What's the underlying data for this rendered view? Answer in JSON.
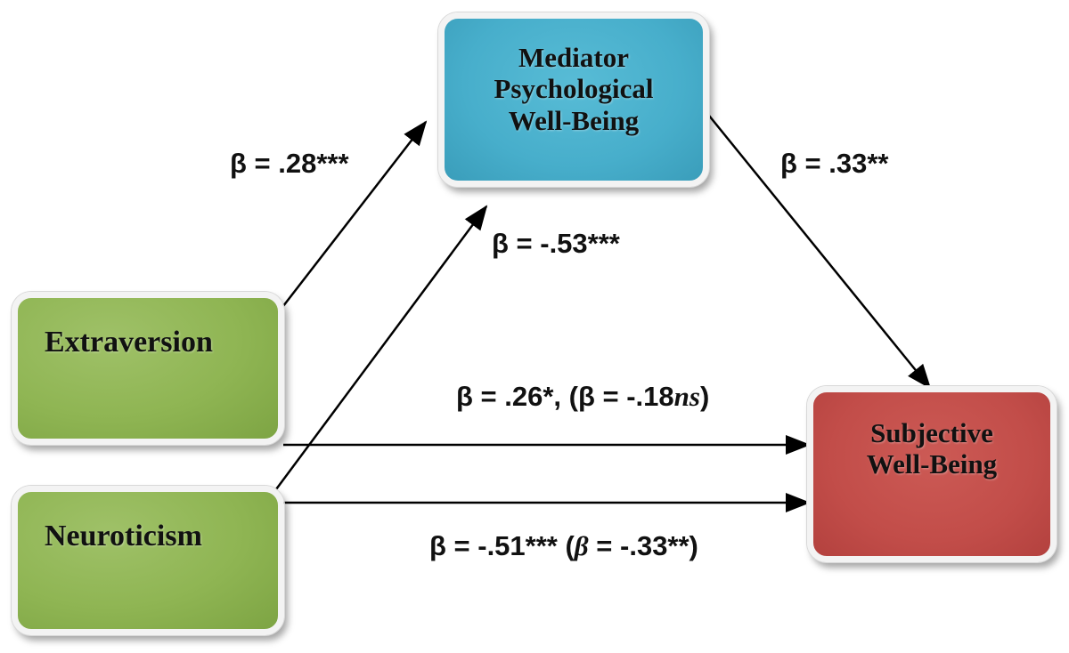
{
  "nodes": {
    "mediator": {
      "line1": "Mediator",
      "line2": "Psychological",
      "line3": "Well-Being",
      "color": "#47aecb"
    },
    "extraversion": {
      "label": "Extraversion",
      "color": "#8fb553"
    },
    "neuroticism": {
      "label": "Neuroticism",
      "color": "#8fb553"
    },
    "subjective": {
      "line1": "Subjective",
      "line2": "Well-Being",
      "color": "#c24d49"
    }
  },
  "edges": {
    "extraversion_mediator": {
      "label": "β = .28***"
    },
    "neuroticism_mediator": {
      "label": "β = -.53***"
    },
    "mediator_subjective": {
      "label": "β = .33**"
    },
    "extraversion_subjective": {
      "label_main": "β = .26*, (β = -.18",
      "label_italic": "ns",
      "label_end": ")"
    },
    "neuroticism_subjective": {
      "label_main": "β = -.51*** (",
      "label_italic": "β",
      "label_end": " = -.33**)"
    }
  }
}
